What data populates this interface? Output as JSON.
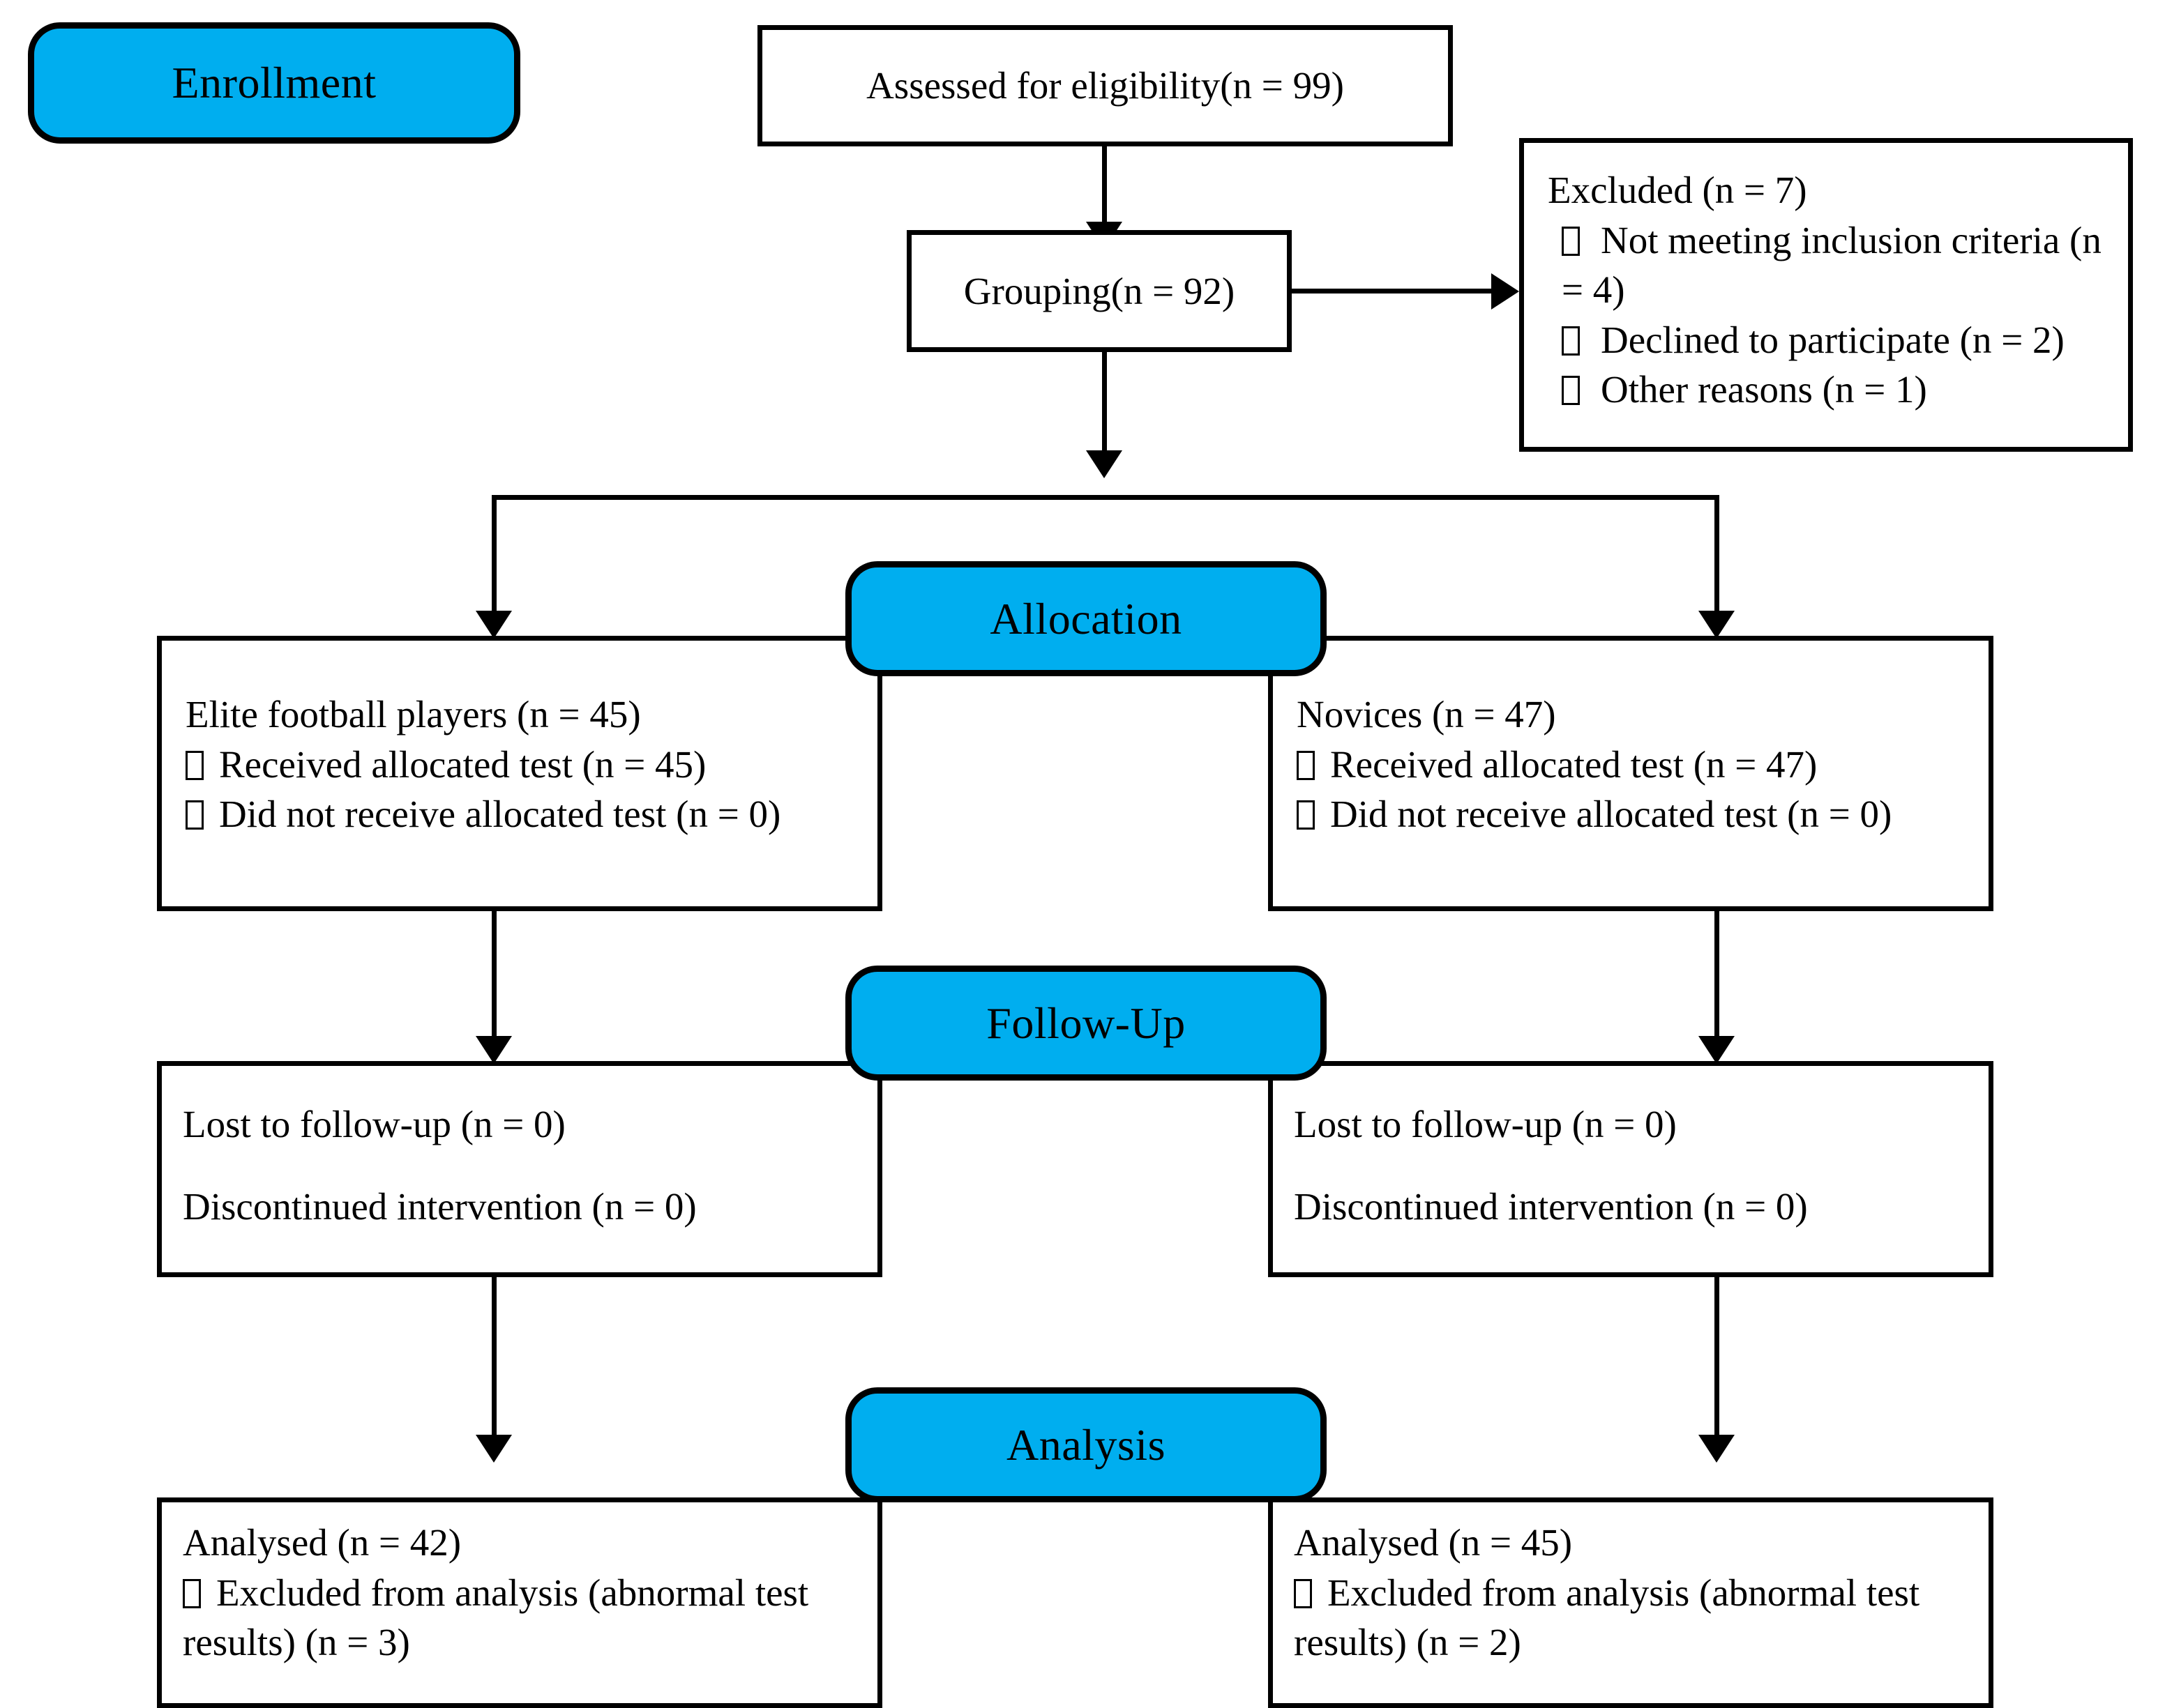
{
  "diagram": {
    "title": "CONSORT participant flow diagram",
    "accent_color": "#00AEEF",
    "line_color": "#000000",
    "background_color": "#FFFFFF"
  },
  "stages": {
    "enrollment": "Enrollment",
    "allocation": "Allocation",
    "followup": "Follow-Up",
    "analysis": "Analysis"
  },
  "enrollment": {
    "assessed": "Assessed for eligibility(n = 99)",
    "grouping": "Grouping(n = 92)",
    "excluded": {
      "heading": "Excluded  (n = 7)",
      "reasons": [
        "Not meeting inclusion criteria (n = 4)",
        "Declined to participate (n = 2)",
        "Other reasons (n = 1)"
      ]
    }
  },
  "allocation": {
    "left": {
      "heading": "Elite football players (n = 45)",
      "items": [
        "Received allocated test (n = 45)",
        "Did not receive allocated test (n = 0)"
      ]
    },
    "right": {
      "heading": "Novices (n = 47)",
      "items": [
        "Received allocated test (n = 47)",
        "Did not receive allocated test (n = 0)"
      ]
    }
  },
  "followup": {
    "left": {
      "lost": "Lost to follow-up  (n = 0)",
      "discontinued": "Discontinued intervention (n = 0)"
    },
    "right": {
      "lost": "Lost to follow-up (n = 0)",
      "discontinued": "Discontinued intervention  (n = 0)"
    }
  },
  "analysis": {
    "left": {
      "heading": "Analysed  (n = 42)",
      "excluded": "Excluded from analysis (abnormal test results) (n = 3)"
    },
    "right": {
      "heading": "Analysed  (n = 45)",
      "excluded": "Excluded from analysis (abnormal test results) (n = 2)"
    }
  }
}
